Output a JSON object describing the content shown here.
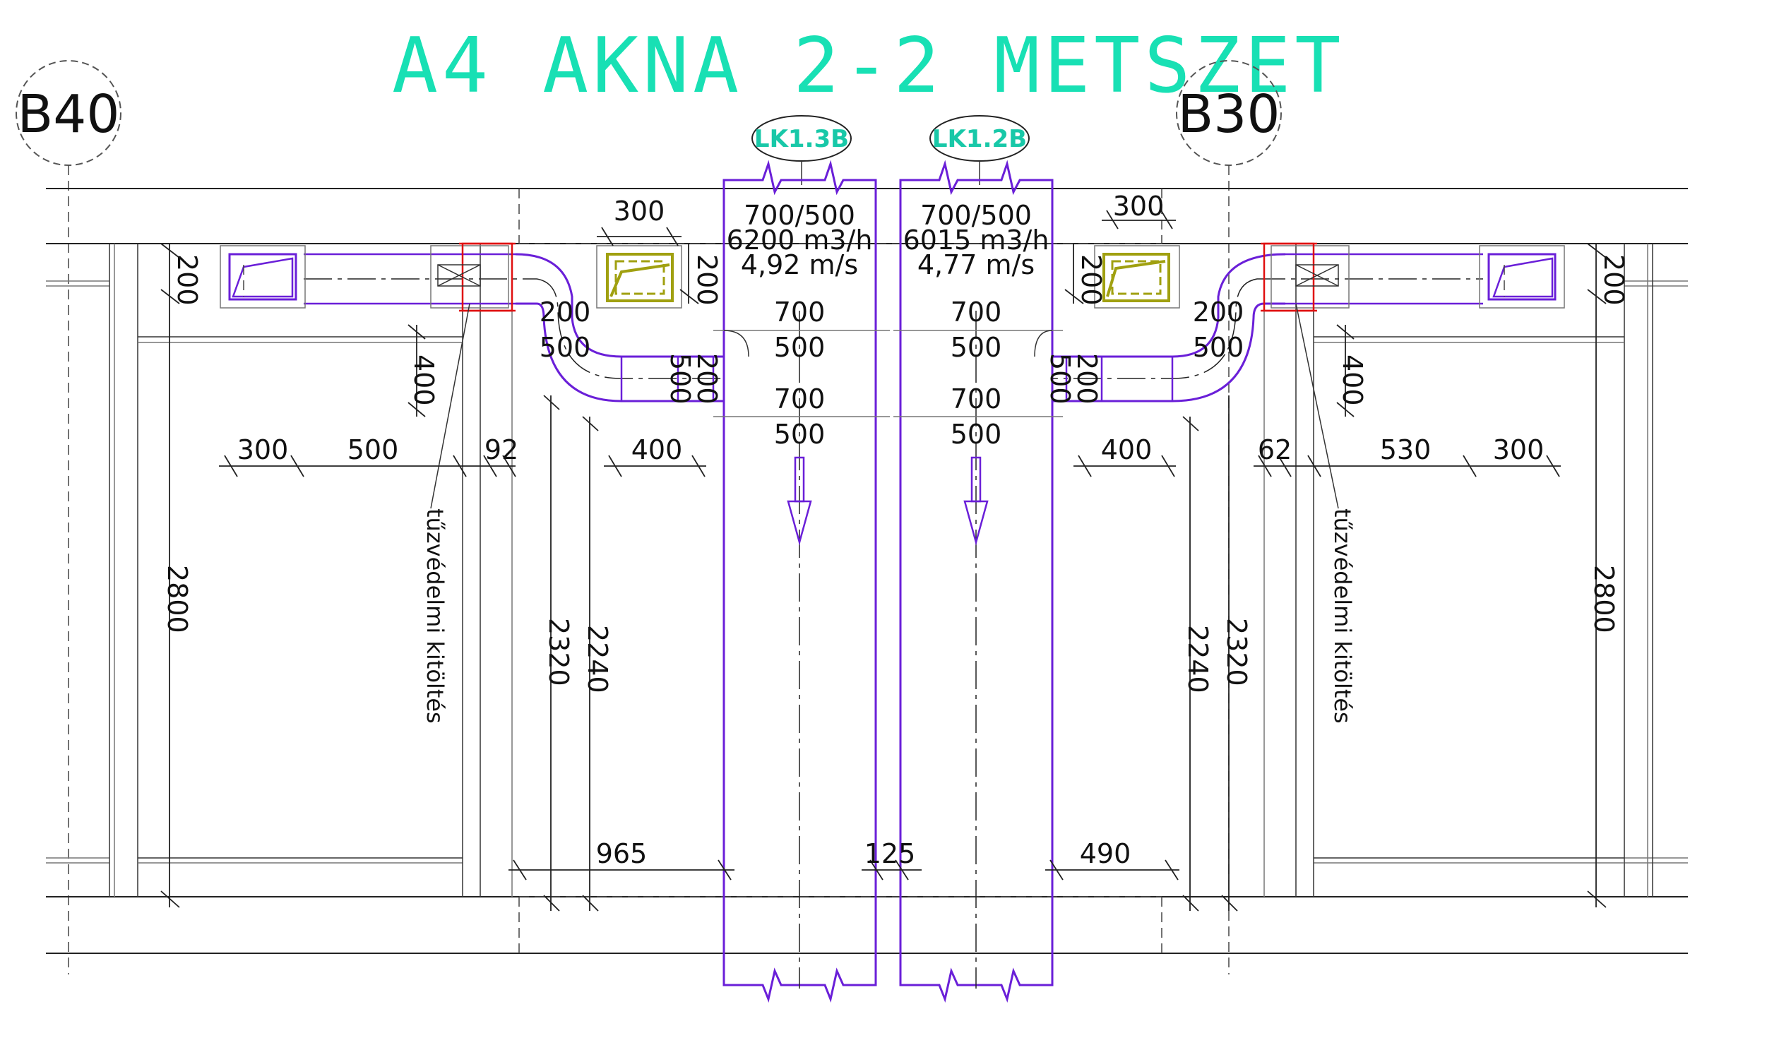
{
  "title": "A4 AKNA 2-2 METSZET",
  "grid_left": "B40",
  "grid_right": "B30",
  "tag_left": "LK1.3B",
  "tag_right": "LK1.2B",
  "duct_left": {
    "size": "700/500",
    "flow": "6200 m3/h",
    "velocity": "4,92 m/s"
  },
  "duct_right": {
    "size": "700/500",
    "flow": "6015 m3/h",
    "velocity": "4,77 m/s"
  },
  "section_labels": {
    "w700": "700",
    "h500": "500"
  },
  "fire_note": "tűzvédelmi kitöltés",
  "dims": {
    "d200": "200",
    "d300": "300",
    "d400": "400",
    "d500": "500",
    "d92": "92",
    "d62": "62",
    "d530": "530",
    "d2800": "2800",
    "d2320": "2320",
    "d2240": "2240",
    "d965": "965",
    "d125": "125",
    "d490": "490"
  },
  "colors": {
    "title": "#18e0b4",
    "duct": "#6a1fd8",
    "damper": "#a0a010",
    "fire": "#e01010"
  }
}
